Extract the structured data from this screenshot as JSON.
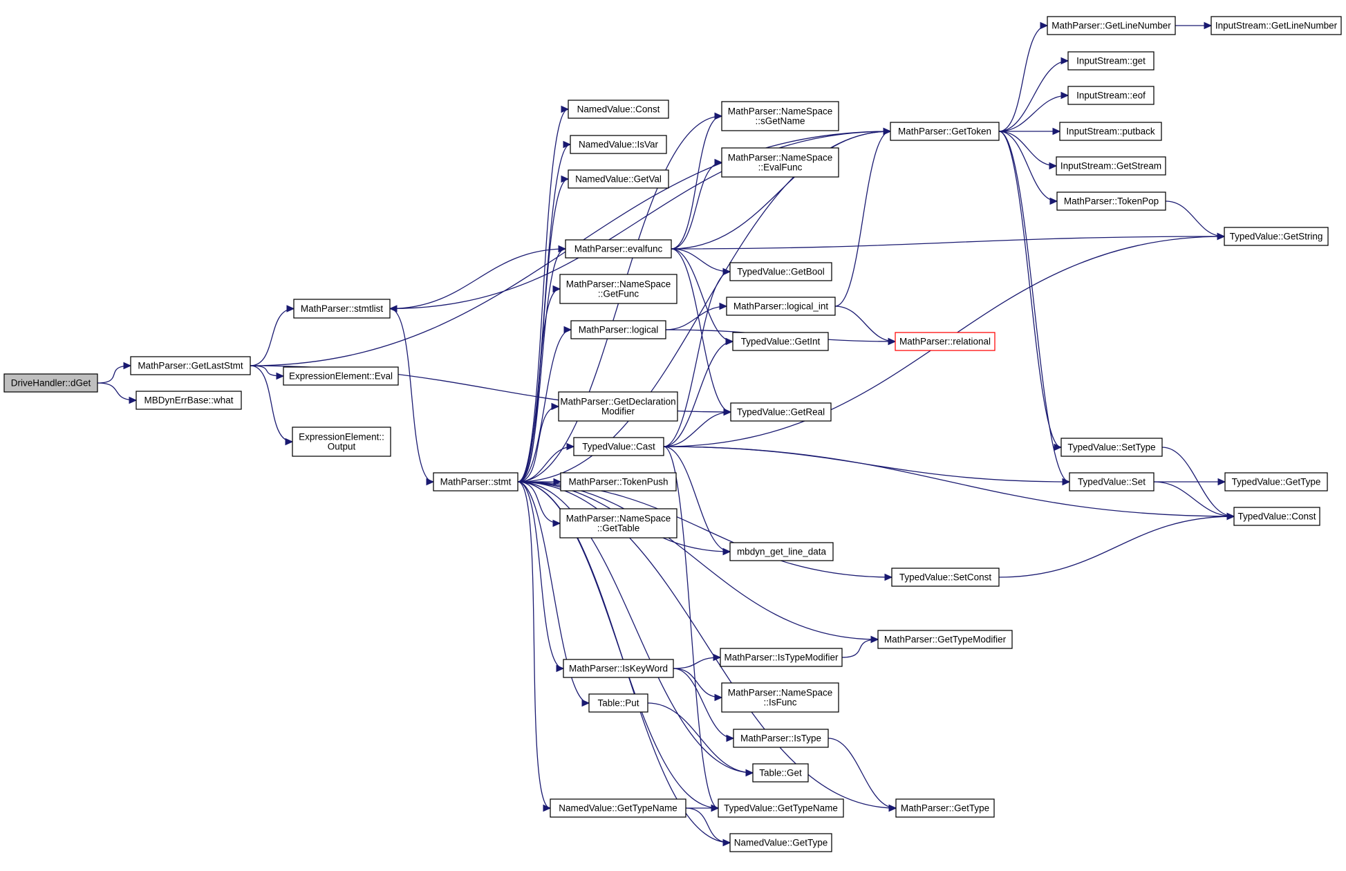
{
  "nodes": [
    {
      "id": "dget",
      "lines": [
        "DriveHandler::dGet"
      ],
      "root": true
    },
    {
      "id": "getlaststmt",
      "lines": [
        "MathParser::GetLastStmt"
      ]
    },
    {
      "id": "what",
      "lines": [
        "MBDynErrBase::what"
      ]
    },
    {
      "id": "stmtlist",
      "lines": [
        "MathParser::stmtlist"
      ]
    },
    {
      "id": "eeeval",
      "lines": [
        "ExpressionElement::Eval"
      ]
    },
    {
      "id": "eeoutput",
      "lines": [
        "ExpressionElement::",
        "Output"
      ]
    },
    {
      "id": "stmt",
      "lines": [
        "MathParser::stmt"
      ]
    },
    {
      "id": "nvconst",
      "lines": [
        "NamedValue::Const"
      ]
    },
    {
      "id": "nvisvar",
      "lines": [
        "NamedValue::IsVar"
      ]
    },
    {
      "id": "nvgetval",
      "lines": [
        "NamedValue::GetVal"
      ]
    },
    {
      "id": "evalfunc",
      "lines": [
        "MathParser::evalfunc"
      ]
    },
    {
      "id": "nsgetfunc",
      "lines": [
        "MathParser::NameSpace",
        "::GetFunc"
      ]
    },
    {
      "id": "logical",
      "lines": [
        "MathParser::logical"
      ]
    },
    {
      "id": "getdeclmod",
      "lines": [
        "MathParser::GetDeclaration",
        "Modifier"
      ]
    },
    {
      "id": "tvcast",
      "lines": [
        "TypedValue::Cast"
      ]
    },
    {
      "id": "tokenpush",
      "lines": [
        "MathParser::TokenPush"
      ]
    },
    {
      "id": "nsgettable",
      "lines": [
        "MathParser::NameSpace",
        "::GetTable"
      ]
    },
    {
      "id": "iskeyword",
      "lines": [
        "MathParser::IsKeyWord"
      ]
    },
    {
      "id": "tableput",
      "lines": [
        "Table::Put"
      ]
    },
    {
      "id": "nvgettypename",
      "lines": [
        "NamedValue::GetTypeName"
      ]
    },
    {
      "id": "nssgetname",
      "lines": [
        "MathParser::NameSpace",
        "::sGetName"
      ]
    },
    {
      "id": "nsevalfunc",
      "lines": [
        "MathParser::NameSpace",
        "::EvalFunc"
      ]
    },
    {
      "id": "tvgetbool",
      "lines": [
        "TypedValue::GetBool"
      ]
    },
    {
      "id": "logicalint",
      "lines": [
        "MathParser::logical_int"
      ]
    },
    {
      "id": "tvgetint",
      "lines": [
        "TypedValue::GetInt"
      ]
    },
    {
      "id": "tvgetreal",
      "lines": [
        "TypedValue::GetReal"
      ]
    },
    {
      "id": "mbdyngetline",
      "lines": [
        "mbdyn_get_line_data"
      ]
    },
    {
      "id": "istypemod",
      "lines": [
        "MathParser::IsTypeModifier"
      ]
    },
    {
      "id": "nsisfunc",
      "lines": [
        "MathParser::NameSpace",
        "::IsFunc"
      ]
    },
    {
      "id": "istype",
      "lines": [
        "MathParser::IsType"
      ]
    },
    {
      "id": "tableget",
      "lines": [
        "Table::Get"
      ]
    },
    {
      "id": "tvgettypename",
      "lines": [
        "TypedValue::GetTypeName"
      ]
    },
    {
      "id": "nvgettype",
      "lines": [
        "NamedValue::GetType"
      ]
    },
    {
      "id": "gettoken",
      "lines": [
        "MathParser::GetToken"
      ]
    },
    {
      "id": "relational",
      "lines": [
        "MathParser::relational"
      ],
      "red": true
    },
    {
      "id": "tvsetconst",
      "lines": [
        "TypedValue::SetConst"
      ]
    },
    {
      "id": "gettypemod",
      "lines": [
        "MathParser::GetTypeModifier"
      ]
    },
    {
      "id": "mpgettype",
      "lines": [
        "MathParser::GetType"
      ]
    },
    {
      "id": "getlinenumber",
      "lines": [
        "MathParser::GetLineNumber"
      ]
    },
    {
      "id": "isget",
      "lines": [
        "InputStream::get"
      ]
    },
    {
      "id": "iseof",
      "lines": [
        "InputStream::eof"
      ]
    },
    {
      "id": "isputback",
      "lines": [
        "InputStream::putback"
      ]
    },
    {
      "id": "isgetstream",
      "lines": [
        "InputStream::GetStream"
      ]
    },
    {
      "id": "tokenpop",
      "lines": [
        "MathParser::TokenPop"
      ]
    },
    {
      "id": "tvsettype",
      "lines": [
        "TypedValue::SetType"
      ]
    },
    {
      "id": "tvset",
      "lines": [
        "TypedValue::Set"
      ]
    },
    {
      "id": "isgetlinenumber",
      "lines": [
        "InputStream::GetLineNumber"
      ]
    },
    {
      "id": "tvgetstring",
      "lines": [
        "TypedValue::GetString"
      ]
    },
    {
      "id": "tvgettype",
      "lines": [
        "TypedValue::GetType"
      ]
    },
    {
      "id": "tvconst",
      "lines": [
        "TypedValue::Const"
      ]
    }
  ],
  "edges": [
    [
      "dget",
      "getlaststmt"
    ],
    [
      "dget",
      "what"
    ],
    [
      "getlaststmt",
      "stmtlist"
    ],
    [
      "getlaststmt",
      "eeeval"
    ],
    [
      "getlaststmt",
      "eeoutput"
    ],
    [
      "getlaststmt",
      "gettoken"
    ],
    [
      "getlaststmt",
      "tvgetreal"
    ],
    [
      "stmtlist",
      "stmt"
    ],
    [
      "stmtlist",
      "gettoken"
    ],
    [
      "stmt",
      "nvconst"
    ],
    [
      "stmt",
      "nvisvar"
    ],
    [
      "stmt",
      "nvgetval"
    ],
    [
      "stmt",
      "evalfunc"
    ],
    [
      "stmt",
      "nsgetfunc"
    ],
    [
      "stmt",
      "logical"
    ],
    [
      "stmt",
      "getdeclmod"
    ],
    [
      "stmt",
      "tvcast"
    ],
    [
      "stmt",
      "tokenpush"
    ],
    [
      "stmt",
      "nsgettable"
    ],
    [
      "stmt",
      "iskeyword"
    ],
    [
      "stmt",
      "tableput"
    ],
    [
      "stmt",
      "nvgettypename"
    ],
    [
      "stmt",
      "nssgetname"
    ],
    [
      "stmt",
      "mbdyngetline"
    ],
    [
      "stmt",
      "tvsetconst"
    ],
    [
      "stmt",
      "gettypemod"
    ],
    [
      "stmt",
      "tableget"
    ],
    [
      "stmt",
      "tvgettypename"
    ],
    [
      "stmt",
      "nvgettype"
    ],
    [
      "stmt",
      "mpgettype"
    ],
    [
      "stmt",
      "gettoken"
    ],
    [
      "evalfunc",
      "stmtlist"
    ],
    [
      "evalfunc",
      "nssgetname"
    ],
    [
      "evalfunc",
      "nsevalfunc"
    ],
    [
      "evalfunc",
      "gettoken"
    ],
    [
      "evalfunc",
      "tvgetstring"
    ],
    [
      "evalfunc",
      "tvgetbool"
    ],
    [
      "evalfunc",
      "tvgetint"
    ],
    [
      "evalfunc",
      "tvgetreal"
    ],
    [
      "logical",
      "logicalint"
    ],
    [
      "logical",
      "relational"
    ],
    [
      "logicalint",
      "gettoken"
    ],
    [
      "logicalint",
      "relational"
    ],
    [
      "tvcast",
      "tvgetbool"
    ],
    [
      "tvcast",
      "tvgetint"
    ],
    [
      "tvcast",
      "tvgetreal"
    ],
    [
      "tvcast",
      "tvgetstring"
    ],
    [
      "tvcast",
      "tvset"
    ],
    [
      "tvcast",
      "tvconst"
    ],
    [
      "tvcast",
      "mbdyngetline"
    ],
    [
      "tvcast",
      "tvgettypename"
    ],
    [
      "iskeyword",
      "istypemod"
    ],
    [
      "iskeyword",
      "nsisfunc"
    ],
    [
      "iskeyword",
      "istype"
    ],
    [
      "istypemod",
      "gettypemod"
    ],
    [
      "istype",
      "mpgettype"
    ],
    [
      "tableput",
      "tableget"
    ],
    [
      "nvgettypename",
      "tvgettypename"
    ],
    [
      "nvgettypename",
      "nvgettype"
    ],
    [
      "gettoken",
      "getlinenumber"
    ],
    [
      "gettoken",
      "isget"
    ],
    [
      "gettoken",
      "iseof"
    ],
    [
      "gettoken",
      "isputback"
    ],
    [
      "gettoken",
      "isgetstream"
    ],
    [
      "gettoken",
      "tokenpop"
    ],
    [
      "gettoken",
      "tvsettype"
    ],
    [
      "gettoken",
      "tvset"
    ],
    [
      "getlinenumber",
      "isgetlinenumber"
    ],
    [
      "tokenpop",
      "tvgetstring"
    ],
    [
      "tvsettype",
      "tvconst"
    ],
    [
      "tvset",
      "tvgettype"
    ],
    [
      "tvset",
      "tvconst"
    ],
    [
      "tvsetconst",
      "tvconst"
    ]
  ]
}
